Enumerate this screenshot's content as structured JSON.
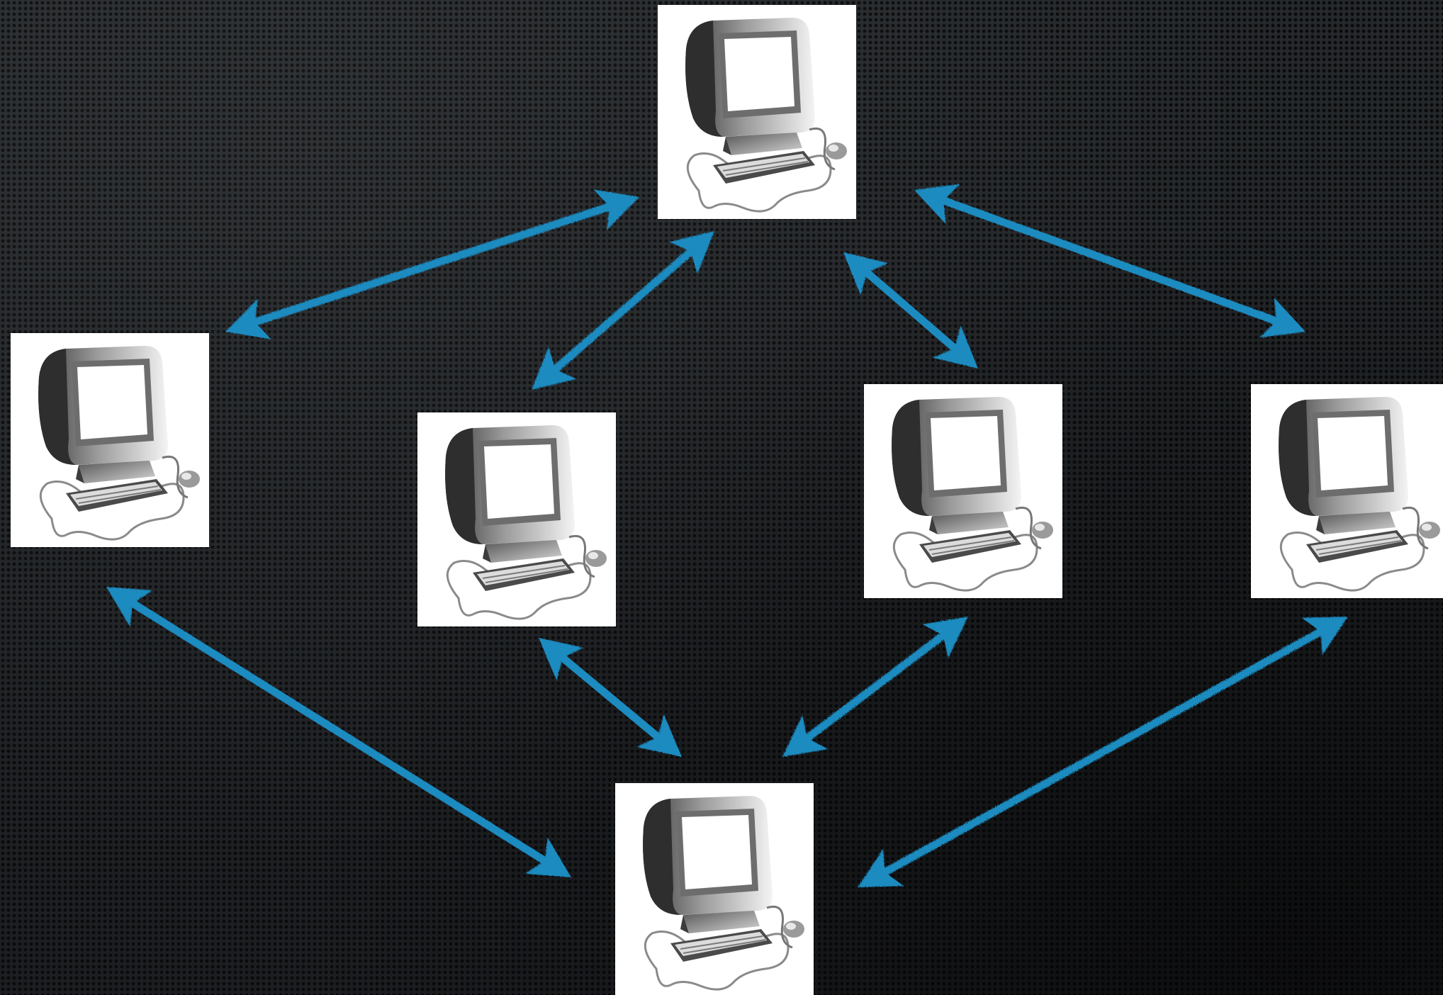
{
  "diagram": {
    "background": "#1c1e21",
    "arrow_color": "#1b8bc0",
    "node_icon": "desktop-computer-icon",
    "nodes": [
      "computer-top",
      "computer-left",
      "computer-middle-left",
      "computer-middle-right",
      "computer-right",
      "computer-bottom"
    ],
    "links": [
      [
        "computer-top",
        "computer-left"
      ],
      [
        "computer-top",
        "computer-middle-left"
      ],
      [
        "computer-top",
        "computer-middle-right"
      ],
      [
        "computer-top",
        "computer-right"
      ],
      [
        "computer-left",
        "computer-bottom"
      ],
      [
        "computer-middle-left",
        "computer-bottom"
      ],
      [
        "computer-middle-right",
        "computer-bottom"
      ],
      [
        "computer-right",
        "computer-bottom"
      ]
    ]
  }
}
